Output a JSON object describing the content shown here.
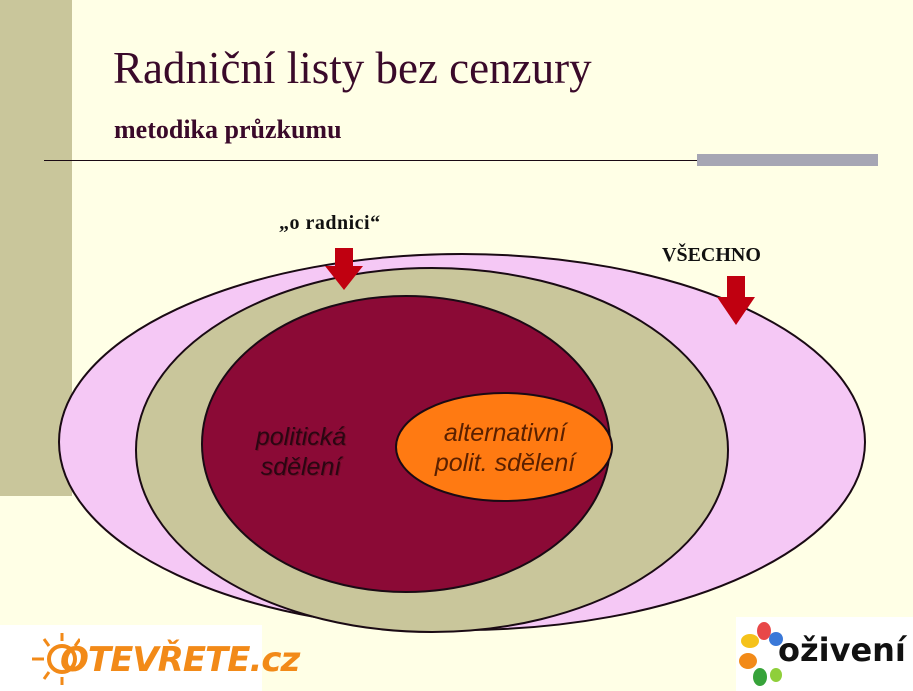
{
  "slide": {
    "title": "Radniční listy bez cenzury",
    "subtitle": "metodika průzkumu"
  },
  "diagram": {
    "label_o_radnici": "„o radnici“",
    "label_vsechno": "VŠECHNO",
    "inner_label_line1": "politická",
    "inner_label_line2": "sdělení",
    "innermost_label_line1": "alternativní",
    "innermost_label_line2": "polit. sdělení"
  },
  "logos": {
    "left_logo_text": "OTEVŘETE.cz",
    "right_logo_text": "oživení"
  },
  "colors": {
    "background": "#ffffe6",
    "outer_ellipse": "#f5c8f5",
    "middle_ellipse": "#c9c69b",
    "inner_circle": "#8b0a36",
    "innermost_ellipse": "#ff7a12",
    "arrow": "#c00010"
  }
}
